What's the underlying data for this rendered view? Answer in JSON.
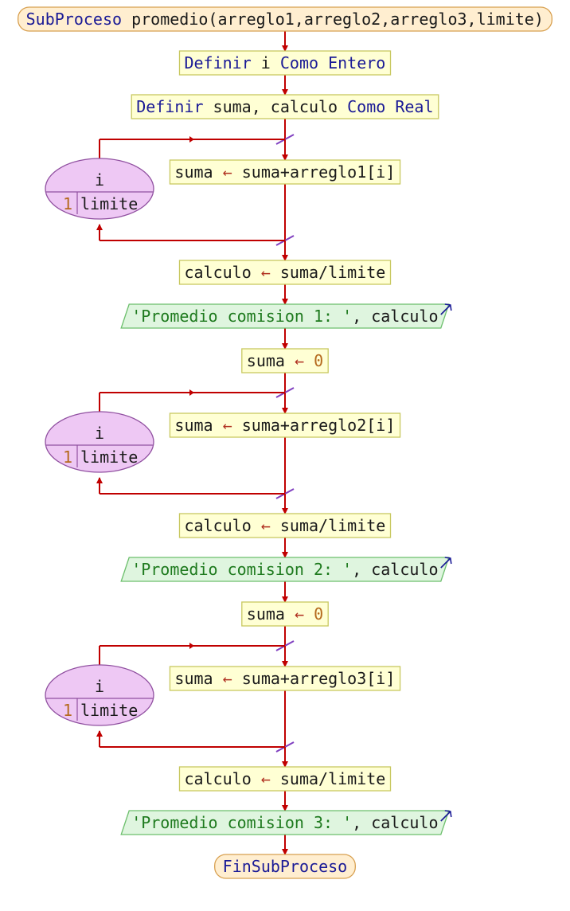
{
  "colors": {
    "flow_line": "#c00000",
    "step_fill": "#ffffd4",
    "step_stroke": "#c8c860",
    "io_fill": "#dff5df",
    "io_stroke": "#6cbf6c",
    "terminal_fill": "#ffeed0",
    "terminal_stroke": "#d8a050",
    "loop_fill": "#eec8f4",
    "loop_stroke": "#9050a0",
    "connector_mark": "#8040c0",
    "output_arrow": "#1a1a96"
  },
  "start": {
    "keyword": "SubProceso",
    "signature": "promedio(arreglo1,arreglo2,arreglo3,limite)"
  },
  "declarations": [
    {
      "kw1": "Definir",
      "names": "i",
      "kw2": "Como",
      "type": "Entero"
    },
    {
      "kw1": "Definir",
      "names": "suma, calculo",
      "kw2": "Como",
      "type": "Real"
    }
  ],
  "blocks": [
    {
      "loop": {
        "var": "i",
        "from": "1",
        "to": "limite"
      },
      "body": {
        "target": "suma",
        "arrow": "←",
        "expr": "suma+arreglo1[i]"
      },
      "calc": {
        "target": "calculo",
        "arrow": "←",
        "expr": "suma/limite"
      },
      "output": {
        "literal": "'Promedio comision 1: '",
        "rest": ", calculo"
      }
    },
    {
      "reset": {
        "target": "suma",
        "arrow": "←",
        "value": "0"
      },
      "loop": {
        "var": "i",
        "from": "1",
        "to": "limite"
      },
      "body": {
        "target": "suma",
        "arrow": "←",
        "expr": "suma+arreglo2[i]"
      },
      "calc": {
        "target": "calculo",
        "arrow": "←",
        "expr": "suma/limite"
      },
      "output": {
        "literal": "'Promedio comision 2: '",
        "rest": ", calculo"
      }
    },
    {
      "reset": {
        "target": "suma",
        "arrow": "←",
        "value": "0"
      },
      "loop": {
        "var": "i",
        "from": "1",
        "to": "limite"
      },
      "body": {
        "target": "suma",
        "arrow": "←",
        "expr": "suma+arreglo3[i]"
      },
      "calc": {
        "target": "calculo",
        "arrow": "←",
        "expr": "suma/limite"
      },
      "output": {
        "literal": "'Promedio comision 3: '",
        "rest": ", calculo"
      }
    }
  ],
  "end": {
    "keyword": "FinSubProceso"
  }
}
